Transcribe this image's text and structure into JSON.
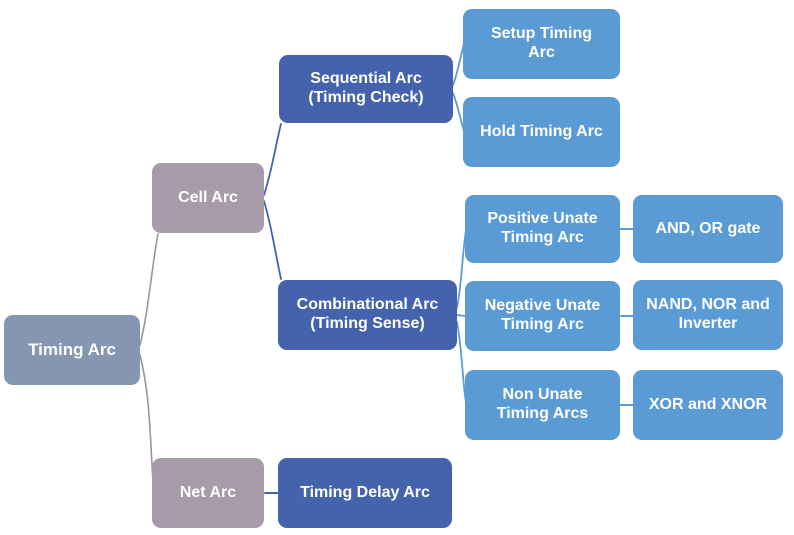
{
  "colors": {
    "background": "#FFFFFF",
    "root_fill": "#8496B0",
    "gray_fill": "#A79AA9",
    "dark_blue_fill": "#4463AC",
    "blue_fill": "#5B9BD5",
    "text": "#FFFFFF",
    "connector_gray": "#9C91A2",
    "connector_dark_blue": "#4463AC",
    "connector_blue": "#5B9BD5"
  },
  "diagram": {
    "type": "hierarchy-tree",
    "nodes": {
      "timing_arc": "Timing Arc",
      "cell_arc": "Cell Arc",
      "net_arc": "Net Arc",
      "sequential_arc": "Sequential Arc\n(Timing Check)",
      "combinational_arc": "Combinational Arc\n(Timing Sense)",
      "timing_delay_arc": "Timing Delay Arc",
      "setup_timing_arc": "Setup Timing\nArc",
      "hold_timing_arc": "Hold Timing Arc",
      "positive_unate": "Positive Unate\nTiming Arc",
      "negative_unate": "Negative Unate\nTiming Arc",
      "non_unate": "Non Unate\nTiming Arcs",
      "and_or_gate": "AND, OR gate",
      "nand_nor_inverter": "NAND, NOR and\nInverter",
      "xor_xnor": "XOR and XNOR"
    },
    "edges": [
      "timing_arc-cell_arc",
      "timing_arc-net_arc",
      "cell_arc-sequential_arc",
      "cell_arc-combinational_arc",
      "sequential_arc-setup_timing_arc",
      "sequential_arc-hold_timing_arc",
      "combinational_arc-positive_unate",
      "combinational_arc-negative_unate",
      "combinational_arc-non_unate",
      "positive_unate-and_or_gate",
      "negative_unate-nand_nor_inverter",
      "non_unate-xor_xnor",
      "net_arc-timing_delay_arc"
    ]
  }
}
